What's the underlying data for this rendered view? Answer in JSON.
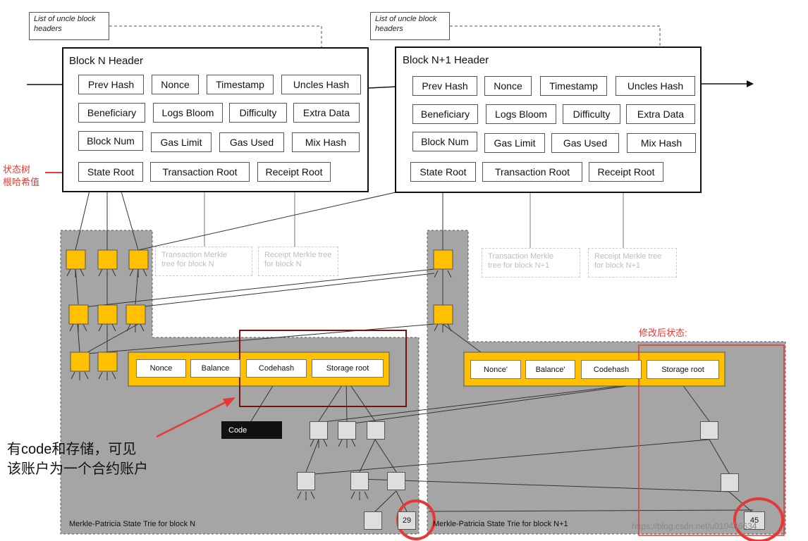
{
  "colors": {
    "trie_gray": "#a5a5a5",
    "node_yellow": "#ffc000",
    "highlight_red": "#e53935",
    "dark_red": "#7b1010",
    "code_black": "#111111"
  },
  "uncle_note_n": "List of uncle block\nheaders",
  "uncle_note_n1": "List of uncle block\nheaders",
  "block_n": {
    "title": "Block N Header",
    "fields": {
      "prev_hash": "Prev Hash",
      "nonce": "Nonce",
      "timestamp": "Timestamp",
      "uncles_hash": "Uncles Hash",
      "beneficiary": "Beneficiary",
      "logs_bloom": "Logs Bloom",
      "difficulty": "Difficulty",
      "extra_data": "Extra Data",
      "block_num": "Block Num",
      "gas_limit": "Gas Limit",
      "gas_used": "Gas Used",
      "mix_hash": "Mix Hash",
      "state_root": "State Root",
      "transaction_root": "Transaction Root",
      "receipt_root": "Receipt Root"
    }
  },
  "block_n1": {
    "title": "Block N+1 Header",
    "fields": {
      "prev_hash": "Prev Hash",
      "nonce": "Nonce",
      "timestamp": "Timestamp",
      "uncles_hash": "Uncles Hash",
      "beneficiary": "Beneficiary",
      "logs_bloom": "Logs Bloom",
      "difficulty": "Difficulty",
      "extra_data": "Extra Data",
      "block_num": "Block Num",
      "gas_limit": "Gas Limit",
      "gas_used": "Gas Used",
      "mix_hash": "Mix Hash",
      "state_root": "State Root",
      "transaction_root": "Transaction Root",
      "receipt_root": "Receipt Root"
    }
  },
  "ghost_tx_n": "Transaction Merkle\ntree for block N",
  "ghost_rc_n": "Receipt Merkle tree\nfor block N",
  "ghost_tx_n1": "Transaction Merkle\ntree for block N+1",
  "ghost_rc_n1": "Receipt Merkle tree\nfor block N+1",
  "account_n": {
    "nonce": "Nonce",
    "balance": "Balance",
    "codehash": "Codehash",
    "storage_root": "Storage root"
  },
  "account_n1": {
    "nonce": "Nonce'",
    "balance": "Balance'",
    "codehash": "Codehash",
    "storage_root": "Storage root"
  },
  "code_label": "Code",
  "leaf_value_n": "29",
  "leaf_value_n1": "45",
  "trie_label_n": "Merkle-Patricia  State  Trie  for block N",
  "trie_label_n1": "Merkle-Patricia  State  Trie  for block N+1",
  "annot_state_root": "状态树\n根哈希值",
  "annot_modified": "修改后状态:",
  "annot_contract": "有code和存储，可见\n该账户为一个合约账户",
  "watermark": "https://blog.csdn.net/u010436634"
}
